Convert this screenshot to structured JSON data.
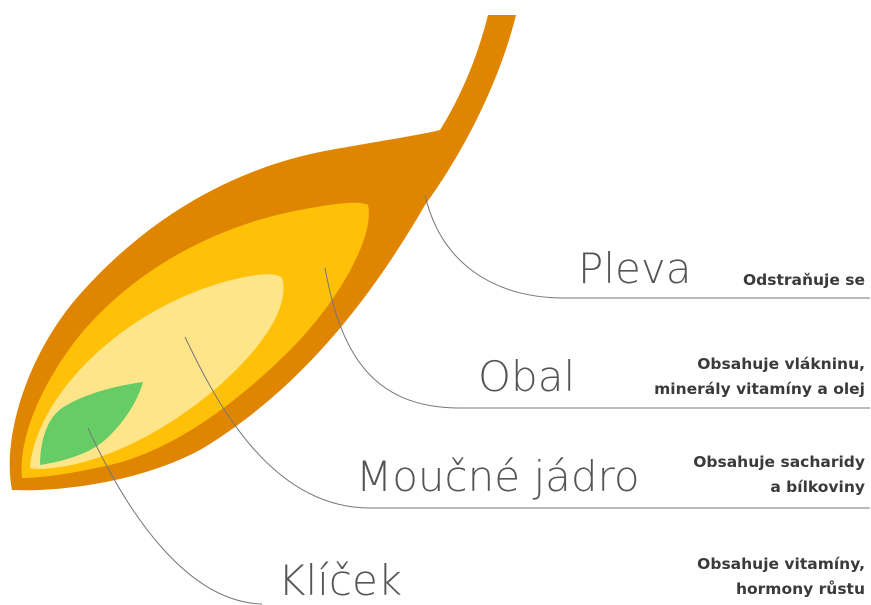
{
  "colors": {
    "husk": "#E08500",
    "bran": "#FFC107",
    "endosperm": "#FFE58A",
    "germ": "#66CC66",
    "line": "#777777",
    "text": "#555555"
  },
  "parts": [
    {
      "id": "pleva",
      "name": "Pleva",
      "description": [
        "Odstraňuje se"
      ]
    },
    {
      "id": "obal",
      "name": "Obal",
      "description": [
        "Obsahuje vlákninu,",
        "minerály vitamíny a olej"
      ]
    },
    {
      "id": "moucne-jadro",
      "name": "Moučné jádro",
      "description": [
        "Obsahuje sacharidy",
        "a bílkoviny"
      ]
    },
    {
      "id": "klicek",
      "name": "Klíček",
      "description": [
        "Obsahuje vitamíny,",
        "hormony růstu"
      ]
    }
  ]
}
